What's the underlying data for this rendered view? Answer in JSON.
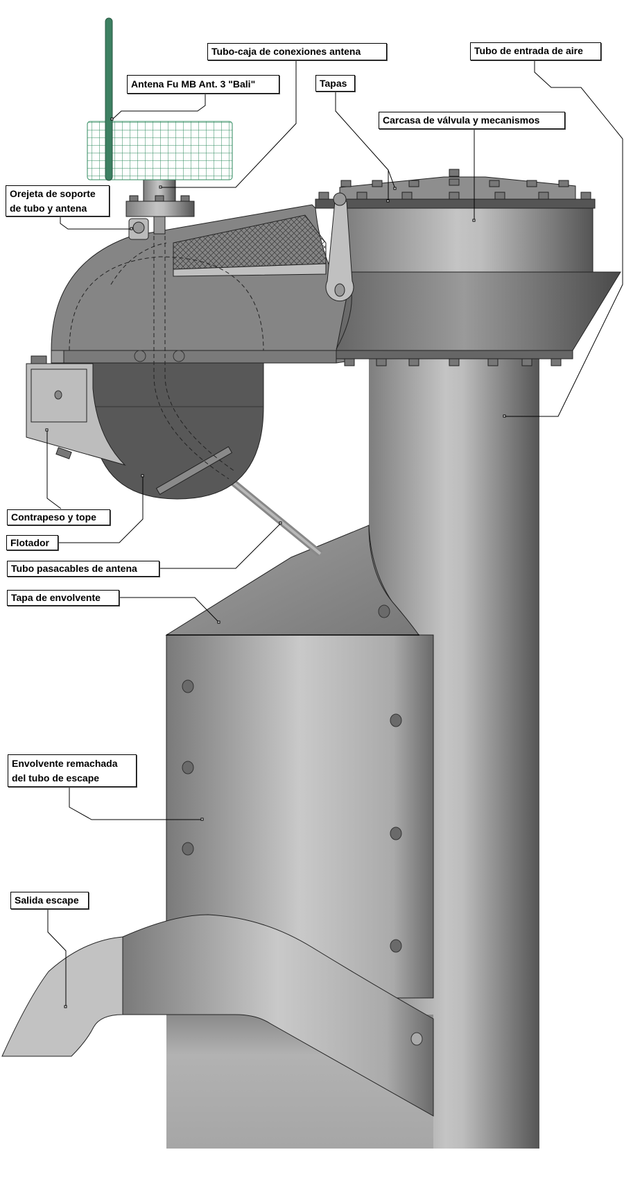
{
  "labels": {
    "tubo_caja": "Tubo-caja de conexiones antena",
    "antena": "Antena  Fu MB  Ant. 3 \"Bali\"",
    "tapas": "Tapas",
    "carcasa": "Carcasa de válvula y mecanismos",
    "tubo_entrada": "Tubo de entrada de aire",
    "orejeta_1": "Orejeta de soporte",
    "orejeta_2": "de tubo y antena",
    "contrapeso": "Contrapeso y tope",
    "flotador": "Flotador",
    "pasacables": "Tubo pasacables de antena",
    "tapa_envolvente": "Tapa de envolvente",
    "envolvente_1": "Envolvente remachada",
    "envolvente_2": "del tubo de escape",
    "salida": "Salida escape"
  },
  "colors": {
    "antenna": "#3d8062",
    "cage": "#2e8a5e",
    "metal": "#8a8a8a",
    "float": "#555555"
  }
}
